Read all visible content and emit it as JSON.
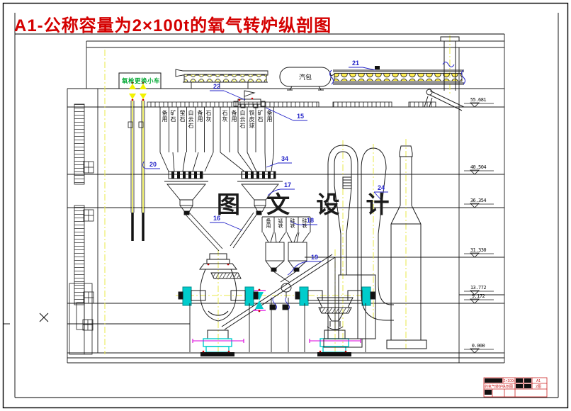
{
  "title": "A1-公称容量为2×100t的氧气转炉纵剖图",
  "watermark": "图 文 设 计",
  "equipment_labels": {
    "steam_drum": "汽包",
    "lance_cart": "氧枪更换小车"
  },
  "bunker_labels": [
    "备用",
    "矿石",
    "萤石",
    "白云石",
    "备用",
    "石灰",
    "石灰",
    "备用",
    "白云石",
    "铁皮球",
    "矿石",
    "备用"
  ],
  "alloy_bin_labels": [
    "备用",
    "锰铁",
    "硅铁",
    "硅铁"
  ],
  "callouts": [
    "15",
    "16",
    "17",
    "18",
    "19",
    "20",
    "21",
    "22",
    "24",
    "34"
  ],
  "elevations": [
    "55.681",
    "40.504",
    "36.354",
    "31.330",
    "13.772",
    "9.172",
    "0.000"
  ],
  "title_block": {
    "capacity": "2×100t",
    "drawing_name": "的氧气转炉纵剖图",
    "sheet_size": "A1",
    "sheet_no": "2图"
  },
  "colors": {
    "title_red": "#d40000",
    "callout_blue": "#2323c8",
    "centerline_yellow": "#e8e84a",
    "equipment_cyan": "#00cccc",
    "accent_magenta": "#dd00dd",
    "label_green": "#00a832"
  }
}
